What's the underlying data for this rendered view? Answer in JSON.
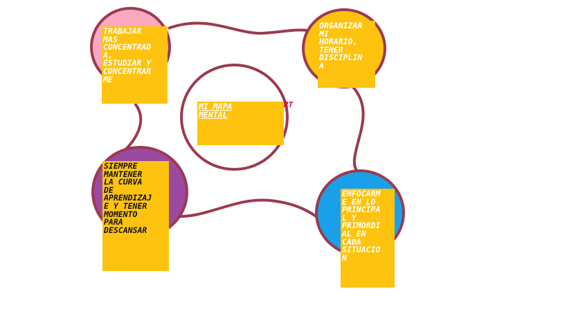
{
  "diagram": {
    "colors": {
      "connector": "#9b3a4f",
      "note": "#fdc30f",
      "circle_top_left": "#f8a8c0",
      "circle_top_right": "#fdc30f",
      "circle_bottom_left": "#9b4aa0",
      "circle_bottom_right": "#1aa0e8",
      "circle_center": "#ffffff"
    },
    "center": {
      "label": "MI MAPA\nMENTAL",
      "marker": "RT"
    },
    "nodes": {
      "top_left": {
        "label": "TRABAJAR\nMAS\nCONCENTRAD\nA,\nESTUDIAR Y\nCONCENTRAR\nME"
      },
      "top_right": {
        "label": "ORGANIZAR\nMI\nHORARIO,\nTENER\nDISCIPLIN\nA"
      },
      "bottom_left": {
        "label": "SIEMPRE\nMANTENER\nLA CURVA\nDE\nAPRENDIZAJ\nE Y TENER\nMOMENTO\nPARA\nDESCANSAR"
      },
      "bottom_right": {
        "label": "ENFOCARM\nE EN LO\nPRINCIPA\nL Y\nPRIMORDI\nAL EN\nCADA\nSITUACIO\nN"
      }
    }
  }
}
